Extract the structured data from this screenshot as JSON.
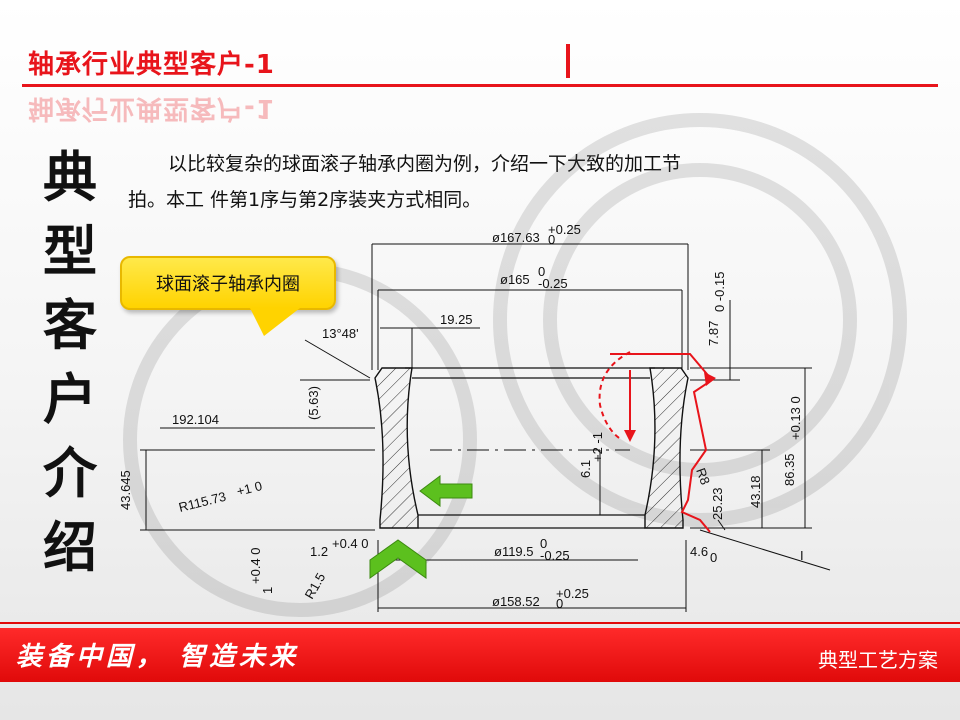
{
  "slide": {
    "title": "轴承行业典型客户-1",
    "vertical_title": [
      "典",
      "型",
      "客",
      "户",
      "介",
      "绍"
    ],
    "intro_text": "以比较复杂的球面滚子轴承内圈为例，介绍一下大致的加工节拍。本工 件第1序与第2序装夹方式相同。",
    "callout": "球面滚子轴承内圈"
  },
  "drawing": {
    "dims": {
      "d167": "ø167.63",
      "d167_tol_up": "+0.25",
      "d167_tol_low": "0",
      "d165": "ø165",
      "d165_tol_up": "0",
      "d165_tol_low": "-0.25",
      "w1925": "19.25",
      "angle": "13°48'",
      "r563": "(5.63)",
      "d192": "192.104",
      "h43645": "43.645",
      "r115": "R115.73",
      "r115_tol": "+1 0",
      "c12": "1.2",
      "c12_tol": "+0.4 0",
      "h1": "1",
      "h1_tol": "+0.4 0",
      "r15": "R1.5",
      "d1195": "ø119.5",
      "d1195_tol_up": "0",
      "d1195_tol_low": "-0.25",
      "d15852": "ø158.52",
      "d15852_tol_up": "+0.25",
      "d15852_tol_low": "0",
      "h787": "7.87",
      "h787_tol": "0 -0.15",
      "h861": "6.1",
      "h861_tol": "+2 -1",
      "r8": "R8",
      "h2523": "25.23",
      "h4318": "43.18",
      "h8635": "86.35",
      "h8635_tol": "+0.13 0",
      "w46": "4.6",
      "w46_tol": "0",
      "mark": "I"
    }
  },
  "footer": {
    "slogan": "装备中国， 智造未来",
    "label": "典型工艺方案"
  },
  "colors": {
    "brand_red": "#e8141b",
    "callout_yellow": "#ffd300",
    "arrow_green": "#5cc01e"
  }
}
